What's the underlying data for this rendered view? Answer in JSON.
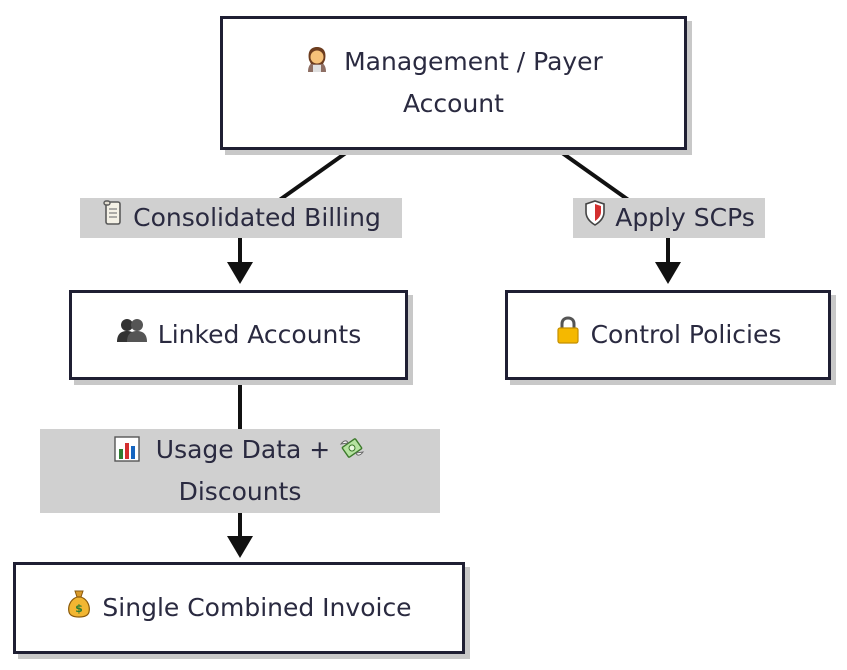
{
  "nodes": {
    "management": {
      "icon": "woman-icon",
      "line1": "Management / Payer",
      "line2": "Account"
    },
    "linked": {
      "icon": "two-people-icon",
      "label": "Linked Accounts"
    },
    "control": {
      "icon": "lock-icon",
      "label": "Control Policies"
    },
    "invoice": {
      "icon": "money-bag-icon",
      "label": "Single Combined Invoice"
    }
  },
  "edges": {
    "billing": {
      "icon": "scroll-icon",
      "label": "Consolidated Billing"
    },
    "scps": {
      "icon": "shield-icon",
      "label": "Apply SCPs"
    },
    "usage": {
      "icon1": "bar-chart-icon",
      "line1": "Usage Data + ",
      "icon2": "money-wings-icon",
      "line2": "Discounts"
    }
  },
  "colors": {
    "node_border": "#1f1f33",
    "node_shadow": "#c8c8c8",
    "edge_label_bg": "#d0d0d0",
    "text": "#2a2a40"
  }
}
